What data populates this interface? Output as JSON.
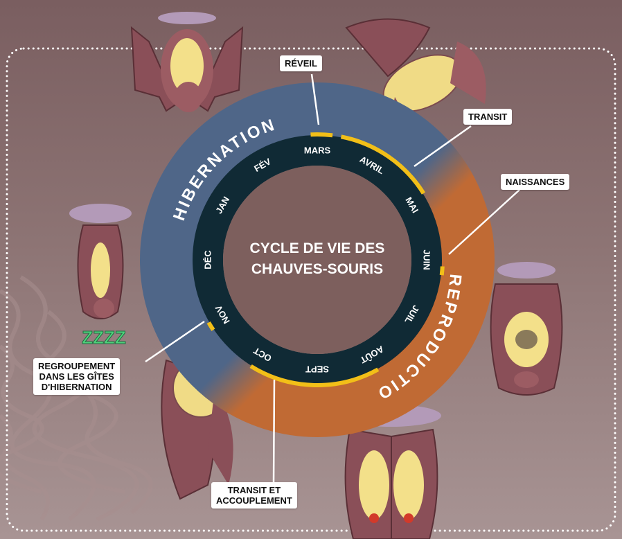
{
  "center_title": [
    "CYCLE DE VIE DES",
    "CHAUVES-SOURIS"
  ],
  "months": [
    "JAN",
    "FÉV",
    "MARS",
    "AVRIL",
    "MAI",
    "JUIN",
    "JUIL",
    "AOÛT",
    "SEPT",
    "OCT",
    "NOV",
    "DÉC"
  ],
  "seasons": {
    "hibernation": "HIBERNATION",
    "reproduction": "REPRODUCTION"
  },
  "callouts": {
    "reveil": "RÉVEIL",
    "transit": "TRANSIT",
    "naissances": "NAISSANCES",
    "regroupement": "REGROUPEMENT\nDANS LES GÎTES\nD'HIBERNATION",
    "transit_accouplement": "TRANSIT ET\nACCOUPLEMENT"
  },
  "sleep_text": "ZZZZ",
  "colors": {
    "hibernation": "#4f6688",
    "reproduction": "#c06a34",
    "ring": "#102a35",
    "highlight": "#f2bf18",
    "center": "#7d5f5d"
  }
}
